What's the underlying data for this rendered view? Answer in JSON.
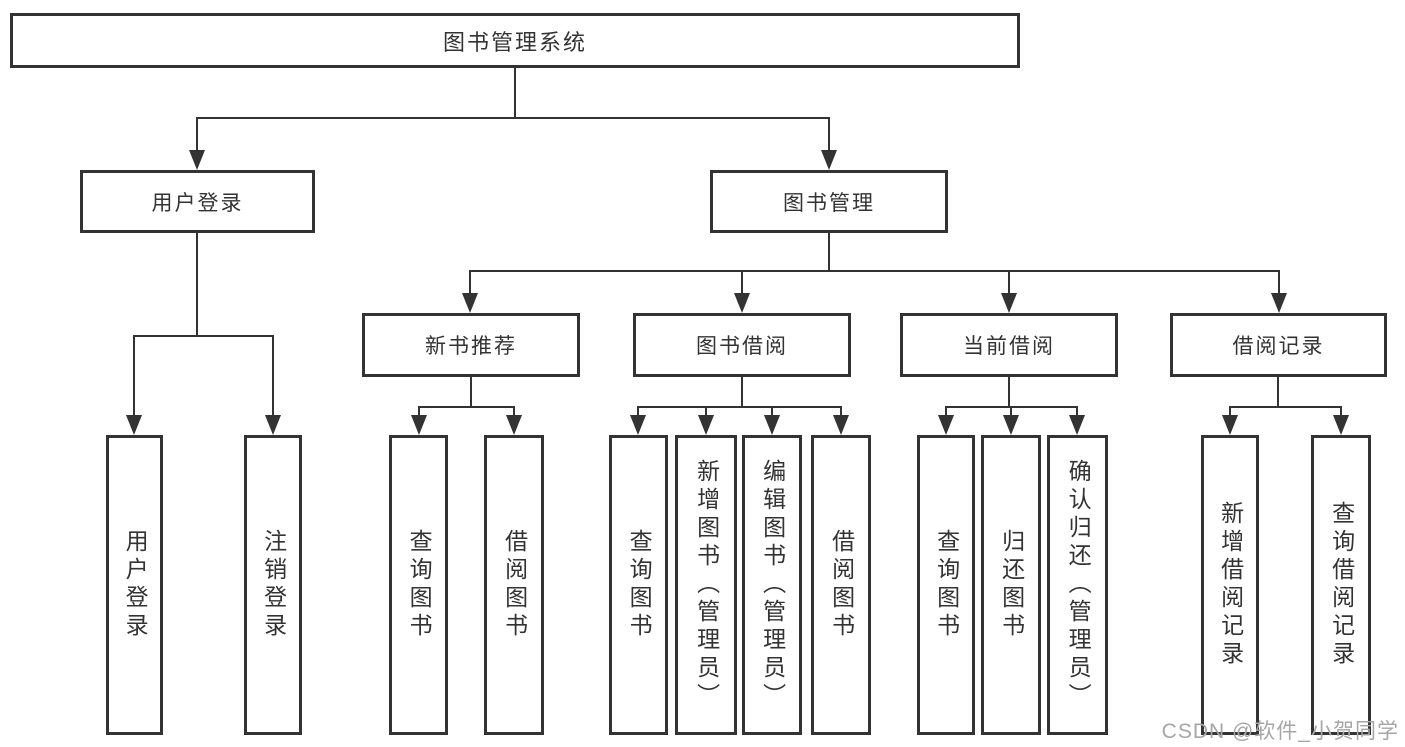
{
  "colors": {
    "line": "#333333",
    "text": "#333333",
    "watermark": "#a6a6a6",
    "background": "#ffffff"
  },
  "root": {
    "label": "图书管理系统"
  },
  "branches": [
    {
      "label": "用户登录"
    },
    {
      "label": "图书管理"
    }
  ],
  "modules": [
    {
      "label": "新书推荐"
    },
    {
      "label": "图书借阅"
    },
    {
      "label": "当前借阅"
    },
    {
      "label": "借阅记录"
    }
  ],
  "leaves": [
    {
      "label": "用户登录"
    },
    {
      "label": "注销登录"
    },
    {
      "label": "查询图书"
    },
    {
      "label": "借阅图书"
    },
    {
      "label": "查询图书"
    },
    {
      "label": "新增图书（管理员）"
    },
    {
      "label": "编辑图书（管理员）"
    },
    {
      "label": "借阅图书"
    },
    {
      "label": "查询图书"
    },
    {
      "label": "归还图书"
    },
    {
      "label": "确认归还（管理员）"
    },
    {
      "label": "新增借阅记录"
    },
    {
      "label": "查询借阅记录"
    }
  ],
  "watermark": {
    "text": "CSDN @软件_小贺同学"
  }
}
